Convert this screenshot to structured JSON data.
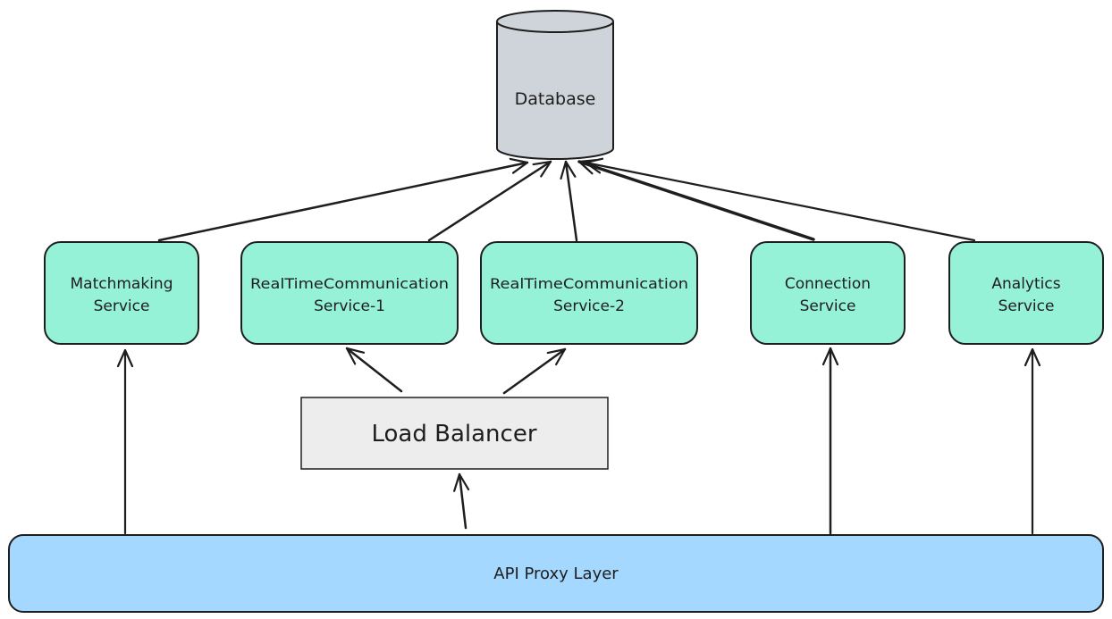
{
  "diagram": {
    "database": {
      "label": "Database"
    },
    "load_balancer": {
      "label": "Load Balancer"
    },
    "api_proxy": {
      "label": "API Proxy Layer"
    },
    "services": {
      "matchmaking": {
        "line1": "Matchmaking",
        "line2": "Service"
      },
      "rtc1": {
        "line1": "RealTimeCommunication",
        "line2": "Service-1"
      },
      "rtc2": {
        "line1": "RealTimeCommunication",
        "line2": "Service-2"
      },
      "connection": {
        "line1": "Connection",
        "line2": "Service"
      },
      "analytics": {
        "line1": "Analytics",
        "line2": "Service"
      }
    },
    "colors": {
      "service_fill": "#96f2d7",
      "proxy_fill": "#a5d8ff",
      "load_balancer_fill": "#ededed",
      "database_fill": "#ced4da",
      "stroke": "#1e1e1e"
    }
  }
}
